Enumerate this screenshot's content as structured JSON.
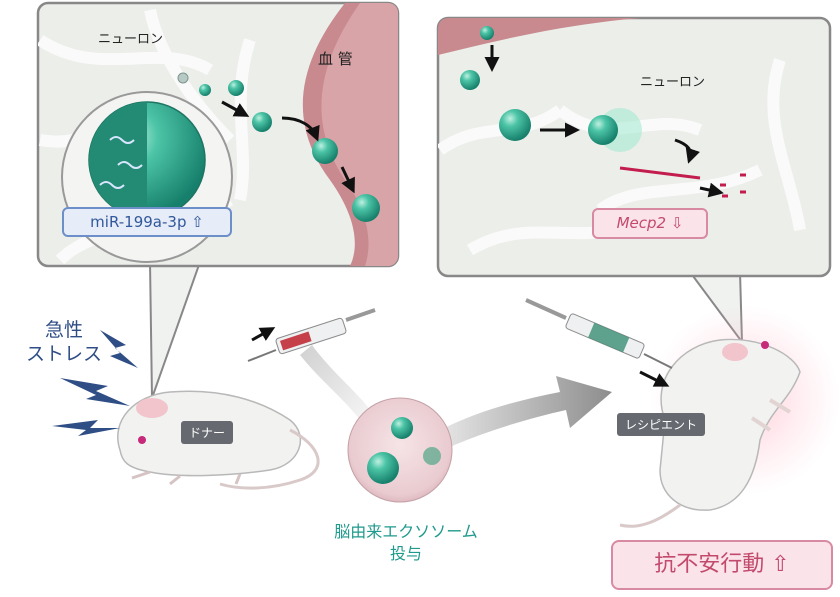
{
  "left_panel": {
    "label_neuron": "ニューロン",
    "label_vessel": "血 管"
  },
  "right_panel": {
    "label_neuron": "ニューロン"
  },
  "badges": {
    "mirna": "miR-199a-3p ⇧",
    "mecp2": "Mecp2 ⇩",
    "anxiety": "抗不安行動 ⇧"
  },
  "stress": {
    "line1": "急性",
    "line2": "ストレス"
  },
  "mice": {
    "donor": "ドナー",
    "recipient": "レシピエント"
  },
  "exosome": {
    "line1": "脳由来エクソソーム",
    "line2": "投与"
  },
  "colors": {
    "exosome": "#2ea88d",
    "vessel": "#c88a8e",
    "mir": "#6d8fc9",
    "mecp": "#d98aa3",
    "stress": "#2f4e86"
  }
}
